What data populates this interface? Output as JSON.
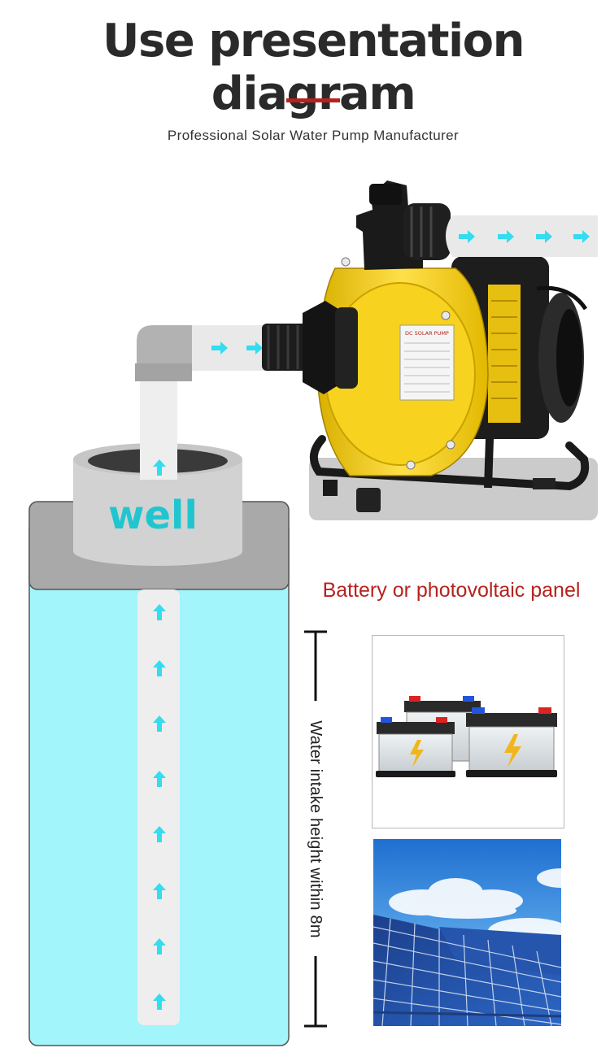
{
  "header": {
    "title": "Use presentation diagram",
    "subtitle": "Professional Solar Water Pump Manufacturer"
  },
  "diagram": {
    "well_label": "well",
    "intake_height_label": "Water intake height within 8m",
    "power_source_label": "Battery or photovoltaic panel",
    "pump_nameplate": "DC SOLAR PUMP"
  },
  "colors": {
    "accent_red": "#b5231e",
    "water": "#a2f5fa",
    "arrow_cyan": "#34dcf0",
    "well_text": "#1fc6cf",
    "pump_yellow": "#f2cd13",
    "pipe_light": "#e7e7e7",
    "concrete": "#a9a9a9"
  },
  "icons": [
    "flow-arrow-icon",
    "bolt-icon"
  ]
}
